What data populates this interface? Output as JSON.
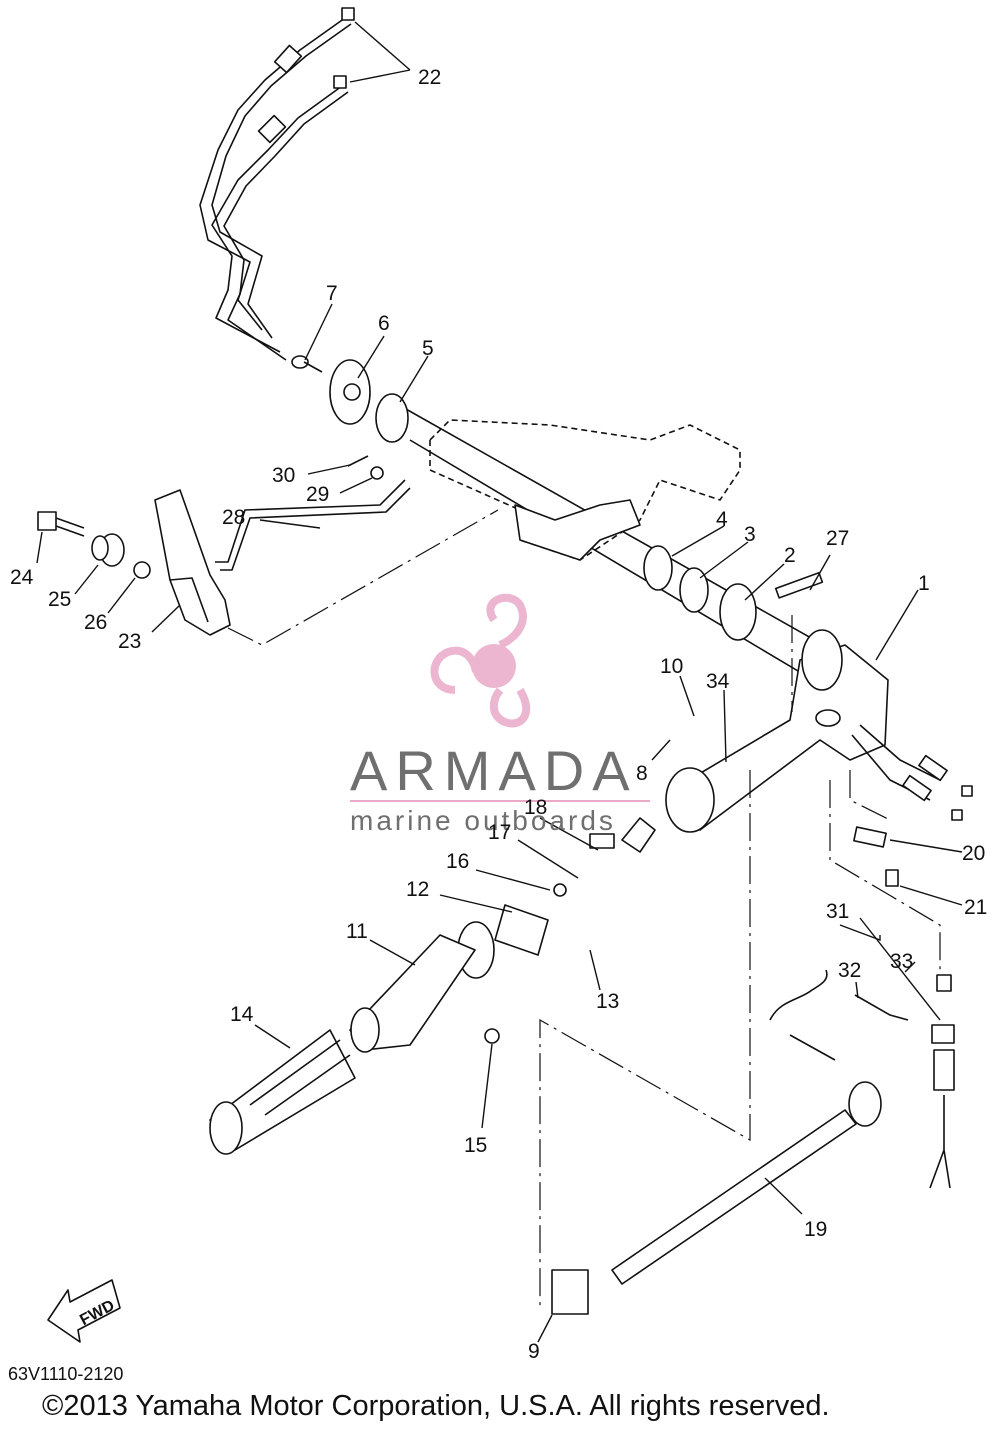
{
  "labels": [
    "1",
    "2",
    "3",
    "4",
    "5",
    "6",
    "7",
    "8",
    "9",
    "10",
    "11",
    "12",
    "13",
    "14",
    "15",
    "16",
    "17",
    "18",
    "19",
    "20",
    "21",
    "22",
    "23",
    "24",
    "25",
    "26",
    "27",
    "28",
    "29",
    "30",
    "31",
    "32",
    "33",
    "34"
  ],
  "part_code": "63V1110-2120",
  "copyright": "©2013 Yamaha Motor Corporation, U.S.A. All rights reserved.",
  "watermark": {
    "brand": "ARMADA",
    "tagline": "marine outboards"
  },
  "fwd_arrow_text": "FWD",
  "colors": {
    "line": "#111111",
    "watermark_pink": "#e9a9c8",
    "watermark_grey": "#6f6f6f"
  }
}
